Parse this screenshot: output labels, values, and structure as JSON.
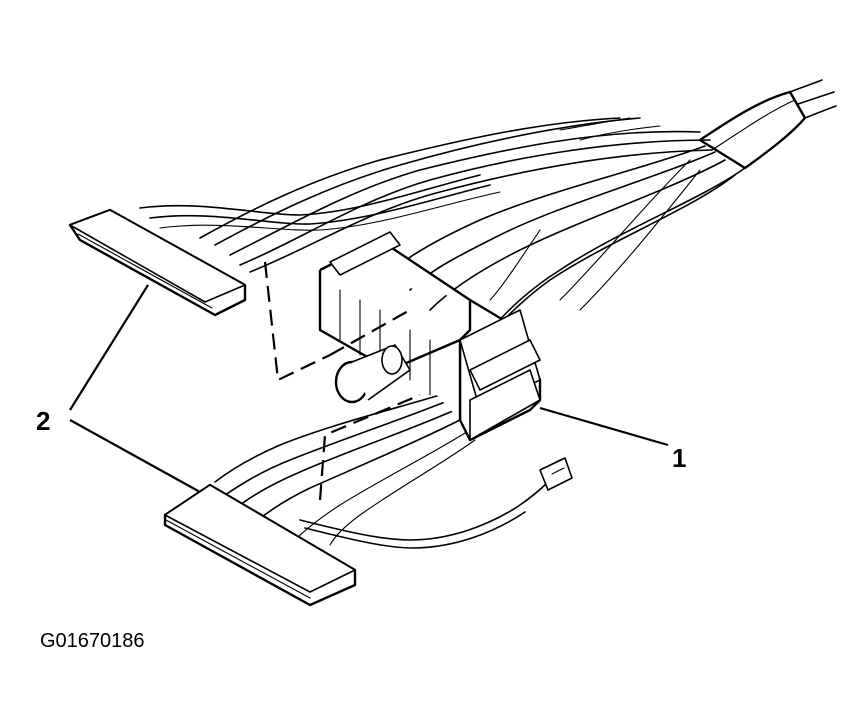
{
  "callouts": {
    "label_1": "1",
    "label_2": "2"
  },
  "figure_id": "G01670186",
  "colors": {
    "ink": "#000000",
    "paper": "#ffffff"
  }
}
